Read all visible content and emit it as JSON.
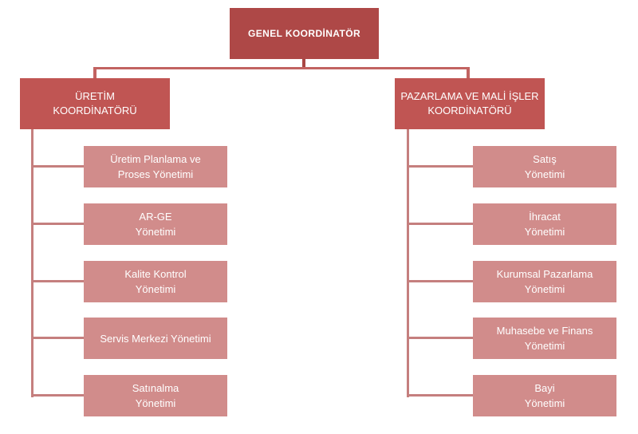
{
  "colors": {
    "background": "#ffffff",
    "text": "#ffffff",
    "root-fill": "#ae4847",
    "coord-fill": "#c05553",
    "sub-fill": "#d18c8b",
    "line-strong": "#a94744",
    "line-mid": "#c26361",
    "line-light": "#c57f7e"
  },
  "org": {
    "root": {
      "label": "GENEL KOORDİNATÖR"
    },
    "branches": [
      {
        "label": "ÜRETİM\nKOORDİNATÖRÜ",
        "children": [
          {
            "label": "Üretim Planlama ve\nProses Yönetimi"
          },
          {
            "label": "AR-GE\nYönetimi"
          },
          {
            "label": "Kalite Kontrol\nYönetimi"
          },
          {
            "label": "Servis Merkezi Yönetimi"
          },
          {
            "label": "Satınalma\nYönetimi"
          }
        ]
      },
      {
        "label": "PAZARLAMA VE MALİ İŞLER\nKOORDİNATÖRÜ",
        "children": [
          {
            "label": "Satış\nYönetimi"
          },
          {
            "label": "İhracat\nYönetimi"
          },
          {
            "label": "Kurumsal Pazarlama\nYönetimi"
          },
          {
            "label": "Muhasebe ve Finans\nYönetimi"
          },
          {
            "label": "Bayi\nYönetimi"
          }
        ]
      }
    ]
  }
}
